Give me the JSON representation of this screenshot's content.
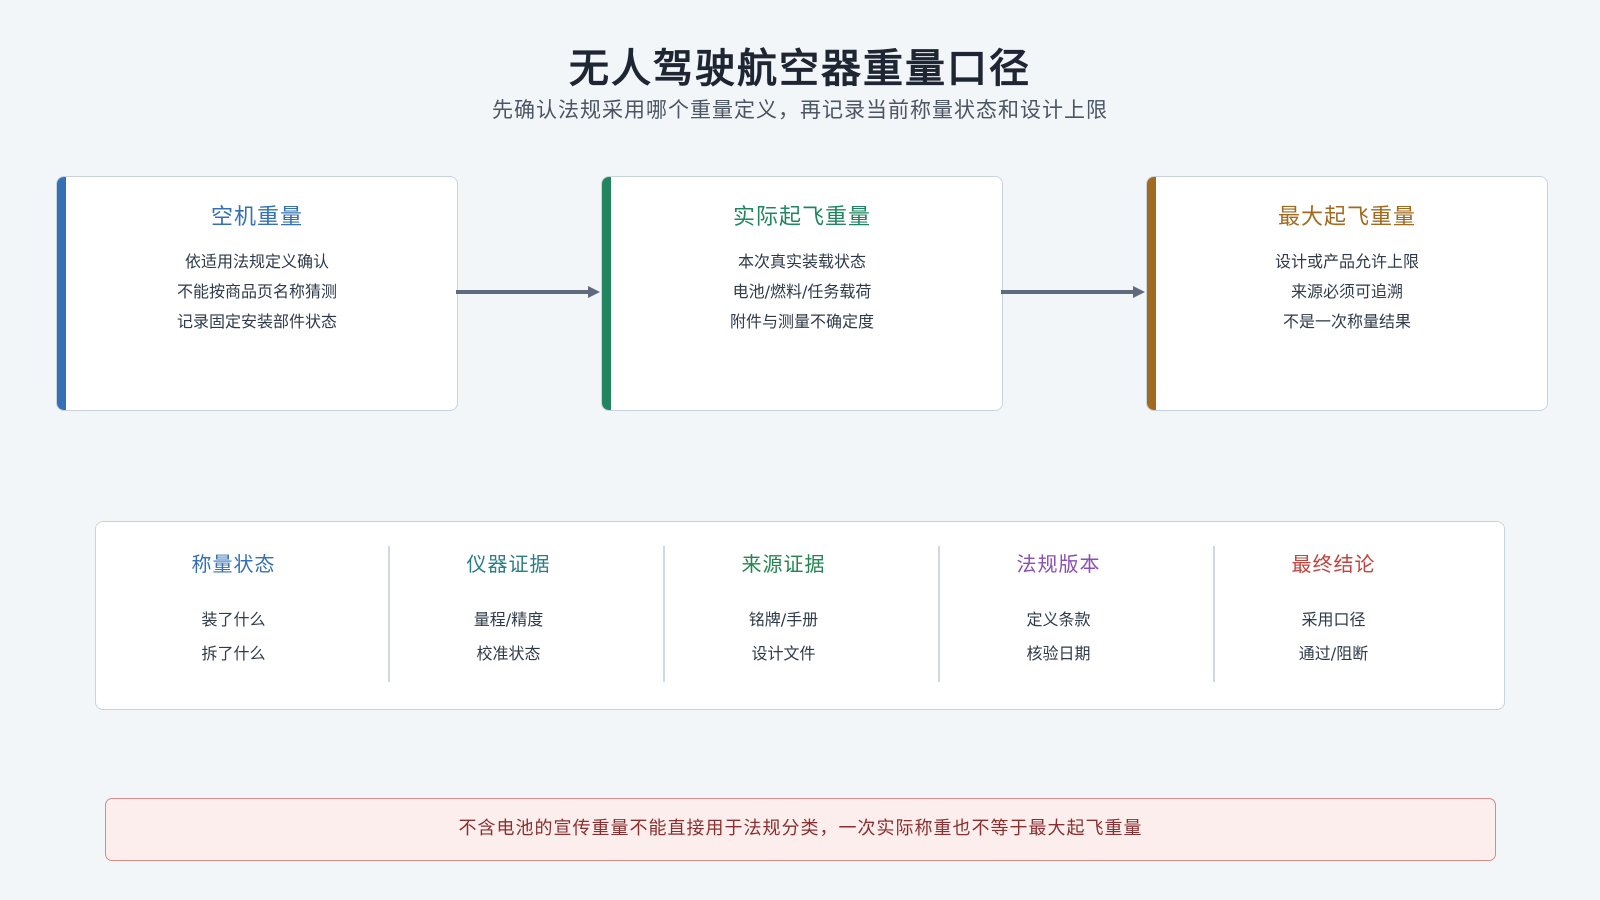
{
  "header": {
    "title": "无人驾驶航空器重量口径",
    "subtitle": "先确认法规采用哪个重量定义，再记录当前称量状态和设计上限"
  },
  "cards": [
    {
      "title": "空机重量",
      "color": "#3570b4",
      "lines": [
        "依适用法规定义确认",
        "不能按商品页名称猜测",
        "记录固定安装部件状态"
      ]
    },
    {
      "title": "实际起飞重量",
      "color": "#218660",
      "lines": [
        "本次真实装载状态",
        "电池/燃料/任务载荷",
        "附件与测量不确定度"
      ]
    },
    {
      "title": "最大起飞重量",
      "color": "#a26a1f",
      "lines": [
        "设计或产品允许上限",
        "来源必须可追溯",
        "不是一次称量结果"
      ]
    }
  ],
  "checklist": [
    {
      "title": "称量状态",
      "color": "#3570b4",
      "items": [
        "装了什么",
        "拆了什么"
      ]
    },
    {
      "title": "仪器证据",
      "color": "#2b7e86",
      "items": [
        "量程/精度",
        "校准状态"
      ]
    },
    {
      "title": "来源证据",
      "color": "#23854f",
      "items": [
        "铭牌/手册",
        "设计文件"
      ]
    },
    {
      "title": "法规版本",
      "color": "#8a4fb0",
      "items": [
        "定义条款",
        "核验日期"
      ]
    },
    {
      "title": "最终结论",
      "color": "#c0443f",
      "items": [
        "采用口径",
        "通过/阻断"
      ]
    }
  ],
  "warning": "不含电池的宣传重量不能直接用于法规分类，一次实际称重也不等于最大起飞重量",
  "colors": {
    "arrow": "#5f6b7d",
    "background": "#f3f6f9"
  }
}
